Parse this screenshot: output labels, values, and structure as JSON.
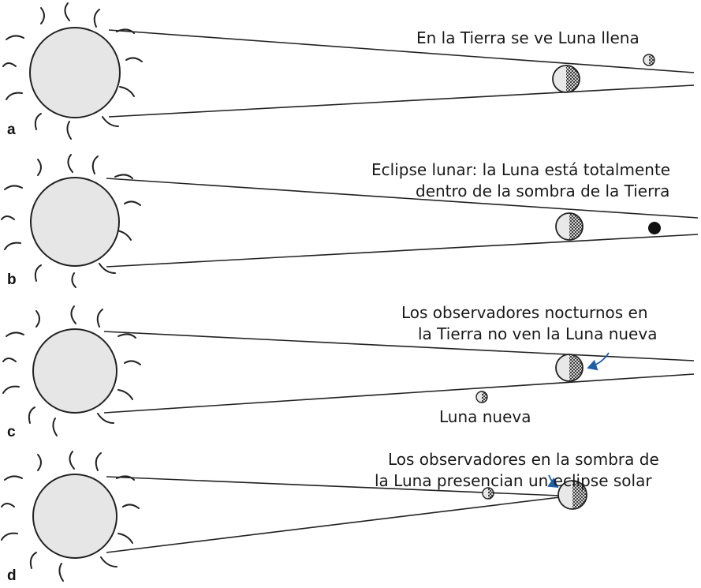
{
  "panels": [
    {
      "letter": "a",
      "caption_lines": [
        "En la Tierra se ve Luna llena"
      ]
    },
    {
      "letter": "b",
      "caption_lines": [
        "Eclipse lunar: la Luna está totalmente",
        "dentro de la sombra de la Tierra"
      ]
    },
    {
      "letter": "c",
      "caption_lines": [
        "Los observadores nocturnos en",
        "la Tierra no ven la Luna nueva"
      ],
      "moon_label": "Luna nueva"
    },
    {
      "letter": "d",
      "caption_lines": [
        "Los observadores en la sombra de",
        "la Luna presencian un eclipse solar"
      ]
    }
  ],
  "colors": {
    "arrow": "#1f5fa8",
    "sun_fill": "#e6e6e6",
    "lit_fill": "#e8e8e8",
    "ink": "#222222"
  },
  "icons": [
    "sun-icon",
    "earth-icon",
    "moon-icon",
    "arrow-icon"
  ]
}
